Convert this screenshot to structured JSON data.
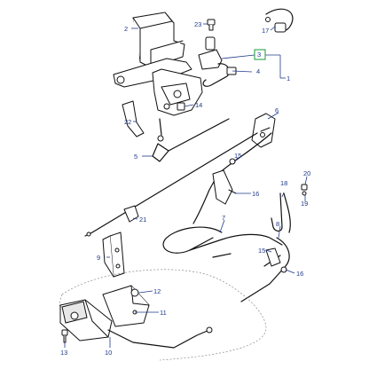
{
  "diagram": {
    "callouts": {
      "c1": "1",
      "c2": "2",
      "c3": "3",
      "c4": "4",
      "c5": "5",
      "c6": "6",
      "c7": "7",
      "c8": "8",
      "c9": "9",
      "c10": "10",
      "c11": "11",
      "c12": "12",
      "c13": "13",
      "c14": "14",
      "c15a": "15",
      "c15b": "15",
      "c16a": "16",
      "c16b": "16",
      "c17": "17",
      "c18": "18",
      "c19": "19",
      "c20": "20",
      "c21": "21",
      "c22": "22",
      "c23": "23"
    },
    "highlight_color": "#1a9a3a",
    "callout_color": "#1f3a8a"
  }
}
